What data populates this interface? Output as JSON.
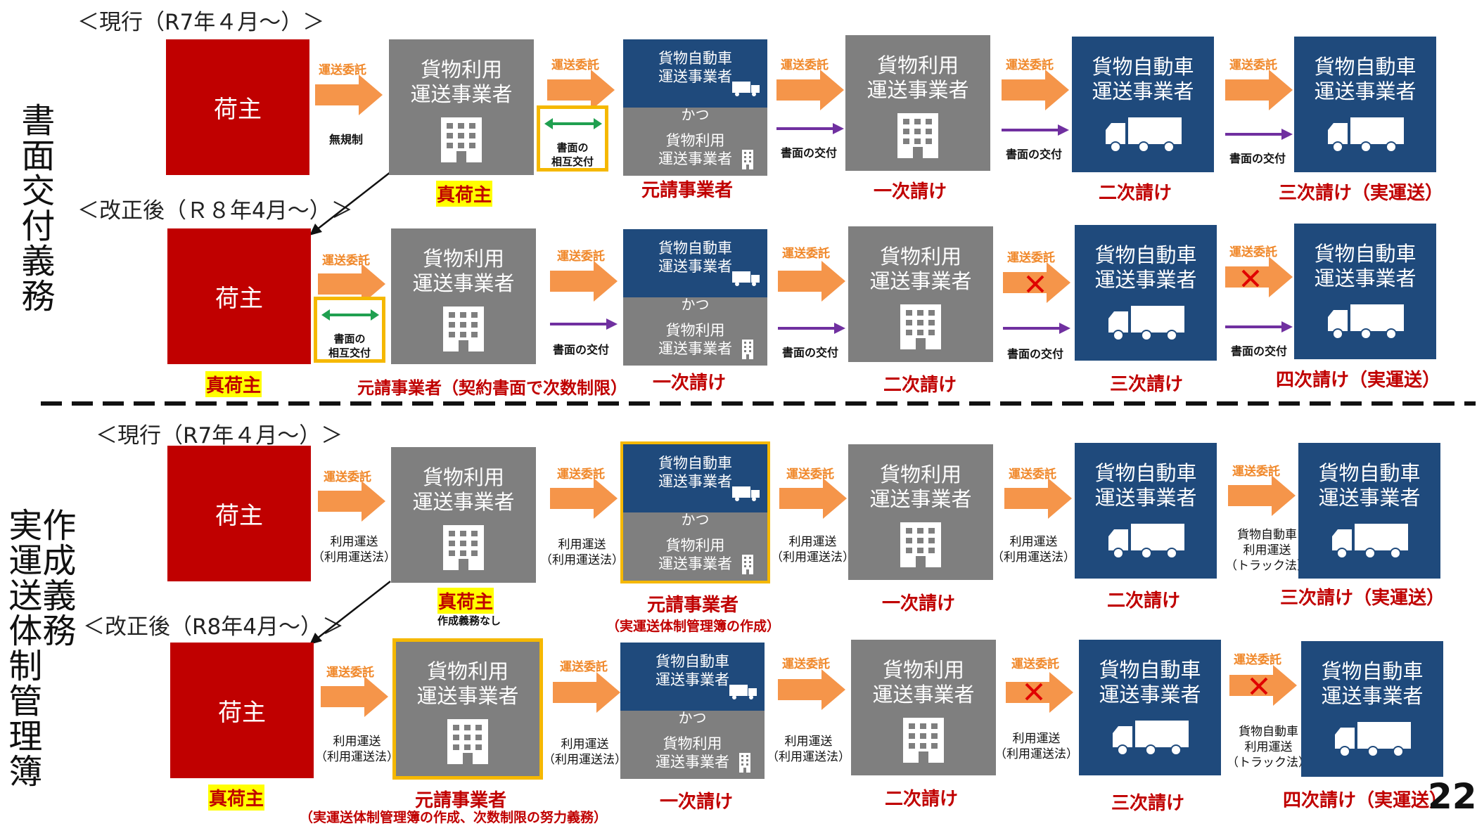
{
  "titles": {
    "sec1": "書面交付義務",
    "sec2a": "作成義務",
    "sec2b": "実運送体制管理簿"
  },
  "periods": {
    "cur1": "＜現行（R7年４月～）＞",
    "rev1": "＜改正後（Ｒ８年4月～）＞",
    "cur2": "＜現行（R7年４月～）＞",
    "rev2": "＜改正後（R8年4月～）＞"
  },
  "box": {
    "shipper": "荷主",
    "riyou": "貨物利用\n運送事業者",
    "jidousha": "貨物自動車\n運送事業者",
    "katsu": "かつ"
  },
  "arrow": {
    "consign": "運送委託",
    "no_reg": "無規制",
    "doc": "書面の交付",
    "mutual": "書面の\n相互交付",
    "law_riyou": "利用運送\n（利用運送法）",
    "law_truck": "貨物自動車\n利用運送\n（トラック法）"
  },
  "labels": {
    "shin": "真荷主",
    "moto": "元請事業者",
    "moto_r1": "元請事業者（契約書面で次数制限）",
    "ichiji": "一次請け",
    "niji": "二次請け",
    "sanji": "三次請け",
    "sanji_j": "三次請け（実運送）",
    "yoji_j": "四次請け（実運送）",
    "no_duty": "作成義務なし",
    "moto_sub_c2": "（実運送体制管理簿の作成）",
    "moto_sub_r2": "（実運送体制管理簿の作成、次数制限の努力義務）"
  },
  "colors": {
    "shipper": "#c00000",
    "gray": "#7f7f7f",
    "navy": "#1f4a7c",
    "arrow": "#f5954a",
    "doc_arrow": "#7030a0",
    "highlight": "#f5b800",
    "red_label": "#c00000"
  },
  "page_number": "22"
}
